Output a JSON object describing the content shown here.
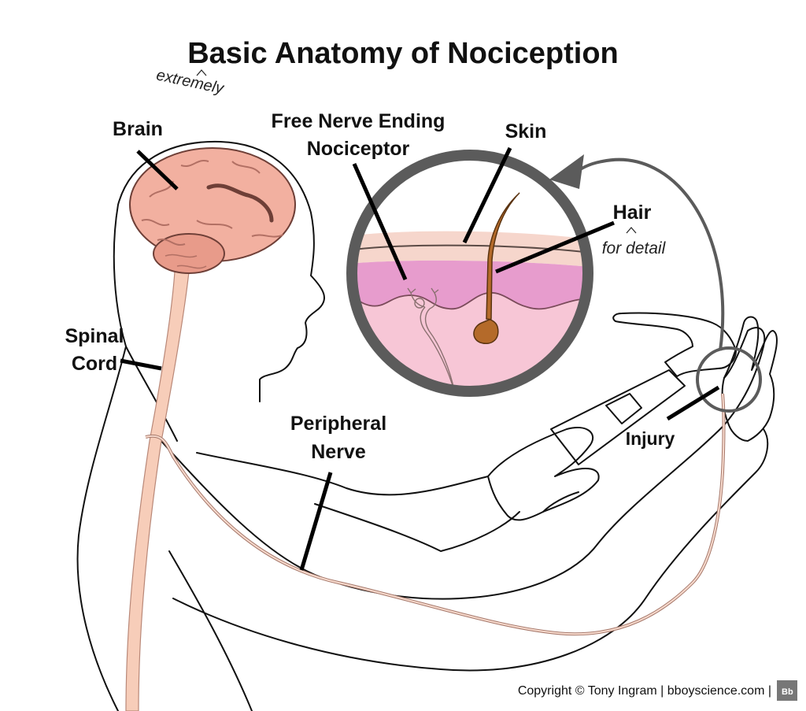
{
  "title": "Basic Anatomy of Nociception",
  "title_insert": "extremely",
  "labels": {
    "brain": "Brain",
    "free_nerve_line1": "Free Nerve Ending",
    "free_nerve_line2": "Nociceptor",
    "skin": "Skin",
    "hair": "Hair",
    "hair_note": "for detail",
    "spinal_line1": "Spinal",
    "spinal_line2": "Cord",
    "peripheral_line1": "Peripheral",
    "peripheral_line2": "Nerve",
    "injury": "Injury"
  },
  "footer": {
    "copyright": "Copyright © Tony Ingram | bboyscience.com |",
    "logo": "Bb"
  },
  "colors": {
    "brain": "#f2b0a0",
    "brain_dark": "#c97f72",
    "spinal_cord": "#f7cdb9",
    "skin_outer": "#f6d6cc",
    "epidermis": "#e79ccd",
    "dermis": "#f7c6d6",
    "hair": "#b46a2a",
    "lens_ring": "#5b5b5b",
    "outline": "#111111"
  }
}
